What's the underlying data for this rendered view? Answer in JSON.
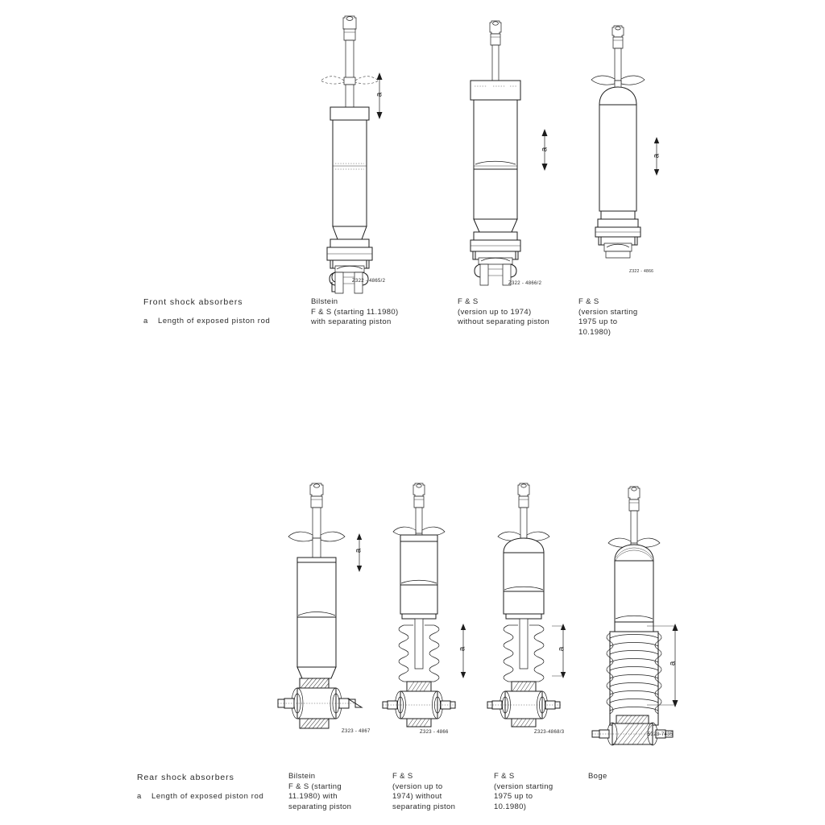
{
  "document": {
    "background_color": "#ffffff",
    "ink_color": "#1c1c1c",
    "type": "technical-illustration"
  },
  "sections": [
    {
      "id": "front",
      "title": "Front shock absorbers",
      "legend_key": "a",
      "legend_text": "Length of exposed piston rod",
      "figures": [
        {
          "id": "front-1",
          "caption": "Bilstein\nF & S (starting 11.1980)\nwith separating piston",
          "part_number": "Z322 - 4865/2",
          "dimension_label": "a"
        },
        {
          "id": "front-2",
          "caption": "F & S\n(version up to 1974)\nwithout separating piston",
          "part_number": "Z322 - 4866/2",
          "dimension_label": "a"
        },
        {
          "id": "front-3",
          "caption": "F & S\n(version starting\n1975 up to\n10.1980)",
          "part_number": "Z322 - 4866",
          "dimension_label": "a"
        }
      ]
    },
    {
      "id": "rear",
      "title": "Rear shock absorbers",
      "legend_key": "a",
      "legend_text": "Length of exposed piston rod",
      "figures": [
        {
          "id": "rear-1",
          "caption": "Bilstein\nF & S (starting\n11.1980) with\nseparating piston",
          "part_number": "Z323 - 4867",
          "dimension_label": "a"
        },
        {
          "id": "rear-2",
          "caption": "F & S\n(version up to\n1974) without\nseparating piston",
          "part_number": "Z323 - 4866",
          "dimension_label": "a"
        },
        {
          "id": "rear-3",
          "caption": "F & S\n(version starting\n1975 up to\n10.1980)",
          "part_number": "Z323-4868/3",
          "dimension_label": "a"
        },
        {
          "id": "rear-4",
          "caption": "Boge",
          "part_number": "5323-7435",
          "dimension_label": "a"
        }
      ]
    }
  ]
}
